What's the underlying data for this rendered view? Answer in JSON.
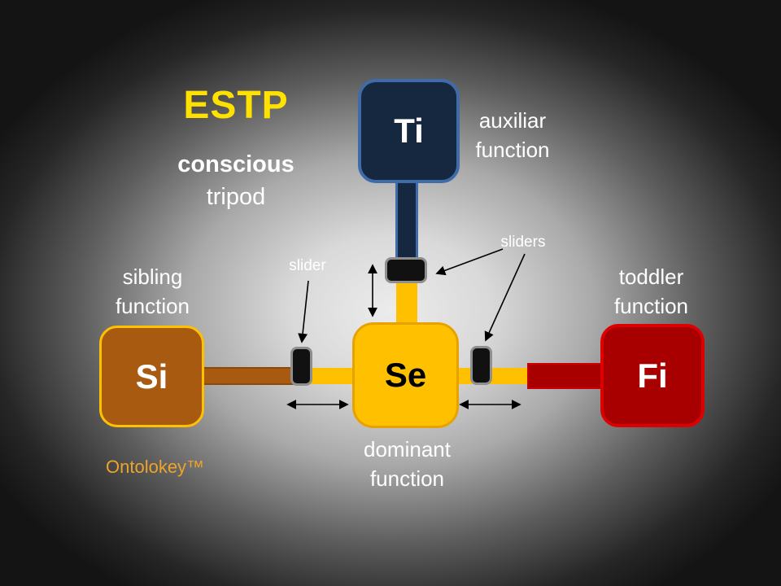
{
  "title": {
    "type": "ESTP",
    "subtitle_line1": "conscious",
    "subtitle_line2": "tripod"
  },
  "nodes": {
    "ti": {
      "label": "Ti"
    },
    "se": {
      "label": "Se"
    },
    "si": {
      "label": "Si"
    },
    "fi": {
      "label": "Fi"
    }
  },
  "captions": {
    "auxiliary": [
      "auxiliar",
      "function"
    ],
    "sibling": [
      "sibling",
      "function"
    ],
    "toddler": [
      "toddler",
      "function"
    ],
    "dominant": [
      "dominant",
      "function"
    ]
  },
  "annotations": {
    "slider": "slider",
    "sliders": "sliders"
  },
  "brand": "Ontolokey™",
  "colors": {
    "title_yellow": "#ffe100",
    "dominant_yellow": "#ffc000",
    "auxiliary_navy": "#152840",
    "auxiliary_blue_border": "#3f6ca8",
    "sibling_brown": "#a85a10",
    "toddler_red": "#a80000",
    "toddler_red_border": "#dd0000",
    "slider_black": "#111111",
    "brand_gold": "#eda42a"
  }
}
